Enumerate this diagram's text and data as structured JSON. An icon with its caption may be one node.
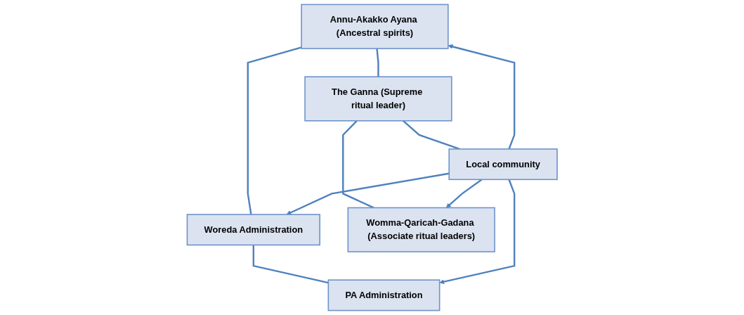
{
  "diagram": {
    "nodes": [
      {
        "text": [
          "Annu-Akakko Ayana (Ancestral spirits)"
        ]
      },
      {
        "text": [
          "The Ganna (Supreme ritual leader)"
        ]
      },
      {
        "text": [
          "Woreda Administration"
        ]
      },
      {
        "text": [
          "Womma-Qaricah-Gadana (Associate ritual leaders)"
        ]
      },
      {
        "text": [
          "Local community"
        ]
      },
      {
        "text": [
          "PA Administration"
        ]
      }
    ],
    "edges": [
      {
        "from": 0,
        "to": 1,
        "arrow": "none"
      },
      {
        "from": 0,
        "to": 2,
        "arrow": "none"
      },
      {
        "from": 1,
        "to": 3,
        "arrow": "none"
      },
      {
        "from": 1,
        "to": 4,
        "arrow": "none"
      },
      {
        "from": 2,
        "to": 5,
        "arrow": "none"
      },
      {
        "from": 4,
        "to": 0,
        "arrow": "to"
      },
      {
        "from": 4,
        "to": 3,
        "arrow": "to"
      },
      {
        "from": 4,
        "to": 2,
        "arrow": "to"
      },
      {
        "from": 4,
        "to": 5,
        "arrow": "to"
      }
    ]
  }
}
